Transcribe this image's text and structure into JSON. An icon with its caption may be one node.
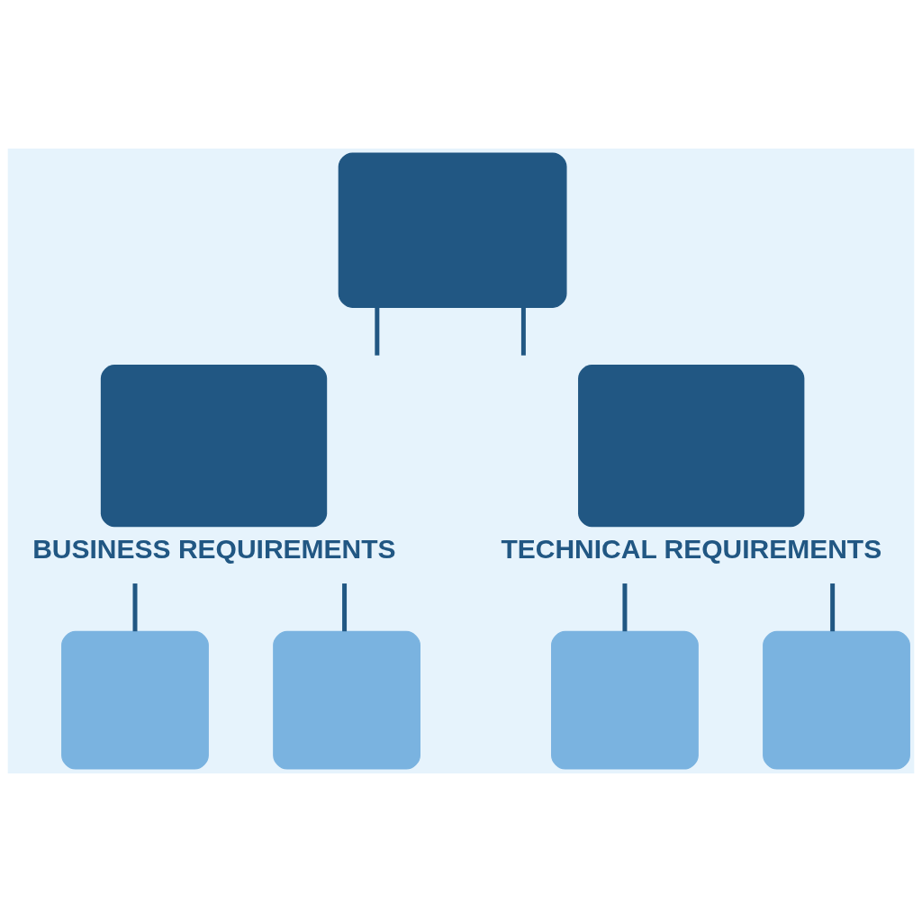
{
  "diagram": {
    "nodes": [
      {
        "text": [],
        "shape": "box"
      },
      {
        "text": [
          "BUSINESS REQUIREMENTS"
        ]
      },
      {
        "text": [
          "TECHNICAL REQUIREMENTS"
        ]
      },
      {
        "text": [],
        "shape": "box"
      },
      {
        "text": [],
        "shape": "box"
      },
      {
        "text": [],
        "shape": "box"
      },
      {
        "text": [],
        "shape": "box"
      }
    ],
    "edges": [
      {
        "from": 0,
        "to": 1,
        "arrow": "none"
      },
      {
        "from": 0,
        "to": 2,
        "arrow": "none"
      },
      {
        "from": 1,
        "to": 3,
        "arrow": "none"
      },
      {
        "from": 1,
        "to": 4,
        "arrow": "none"
      },
      {
        "from": 2,
        "to": 5,
        "arrow": "none"
      },
      {
        "from": 2,
        "to": 6,
        "arrow": "none"
      }
    ]
  }
}
